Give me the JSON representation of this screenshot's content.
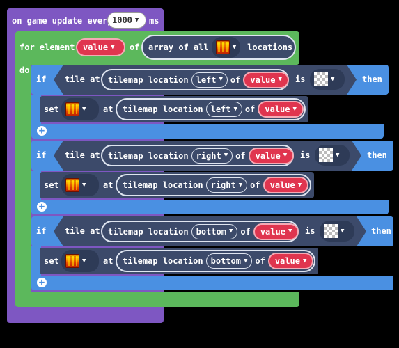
{
  "event": {
    "prefix": "on game update every",
    "interval": "1000",
    "suffix": "ms"
  },
  "loop": {
    "for_label": "for element",
    "var": "value",
    "of_label": "of",
    "array_label": "array of all",
    "locations_label": "locations",
    "do_label": "do"
  },
  "common": {
    "if": "if",
    "then": "then",
    "tile_at": "tile at",
    "tilemap_location": "tilemap location",
    "of": "of",
    "is": "is",
    "set": "set",
    "at": "at"
  },
  "blocks": [
    {
      "direction": "left"
    },
    {
      "direction": "right"
    },
    {
      "direction": "bottom"
    }
  ],
  "icons": {
    "fire": "fire-tile-icon",
    "transparent": "transparent-tile-icon",
    "add": "plus-icon",
    "dropdown": "caret-down-icon"
  }
}
